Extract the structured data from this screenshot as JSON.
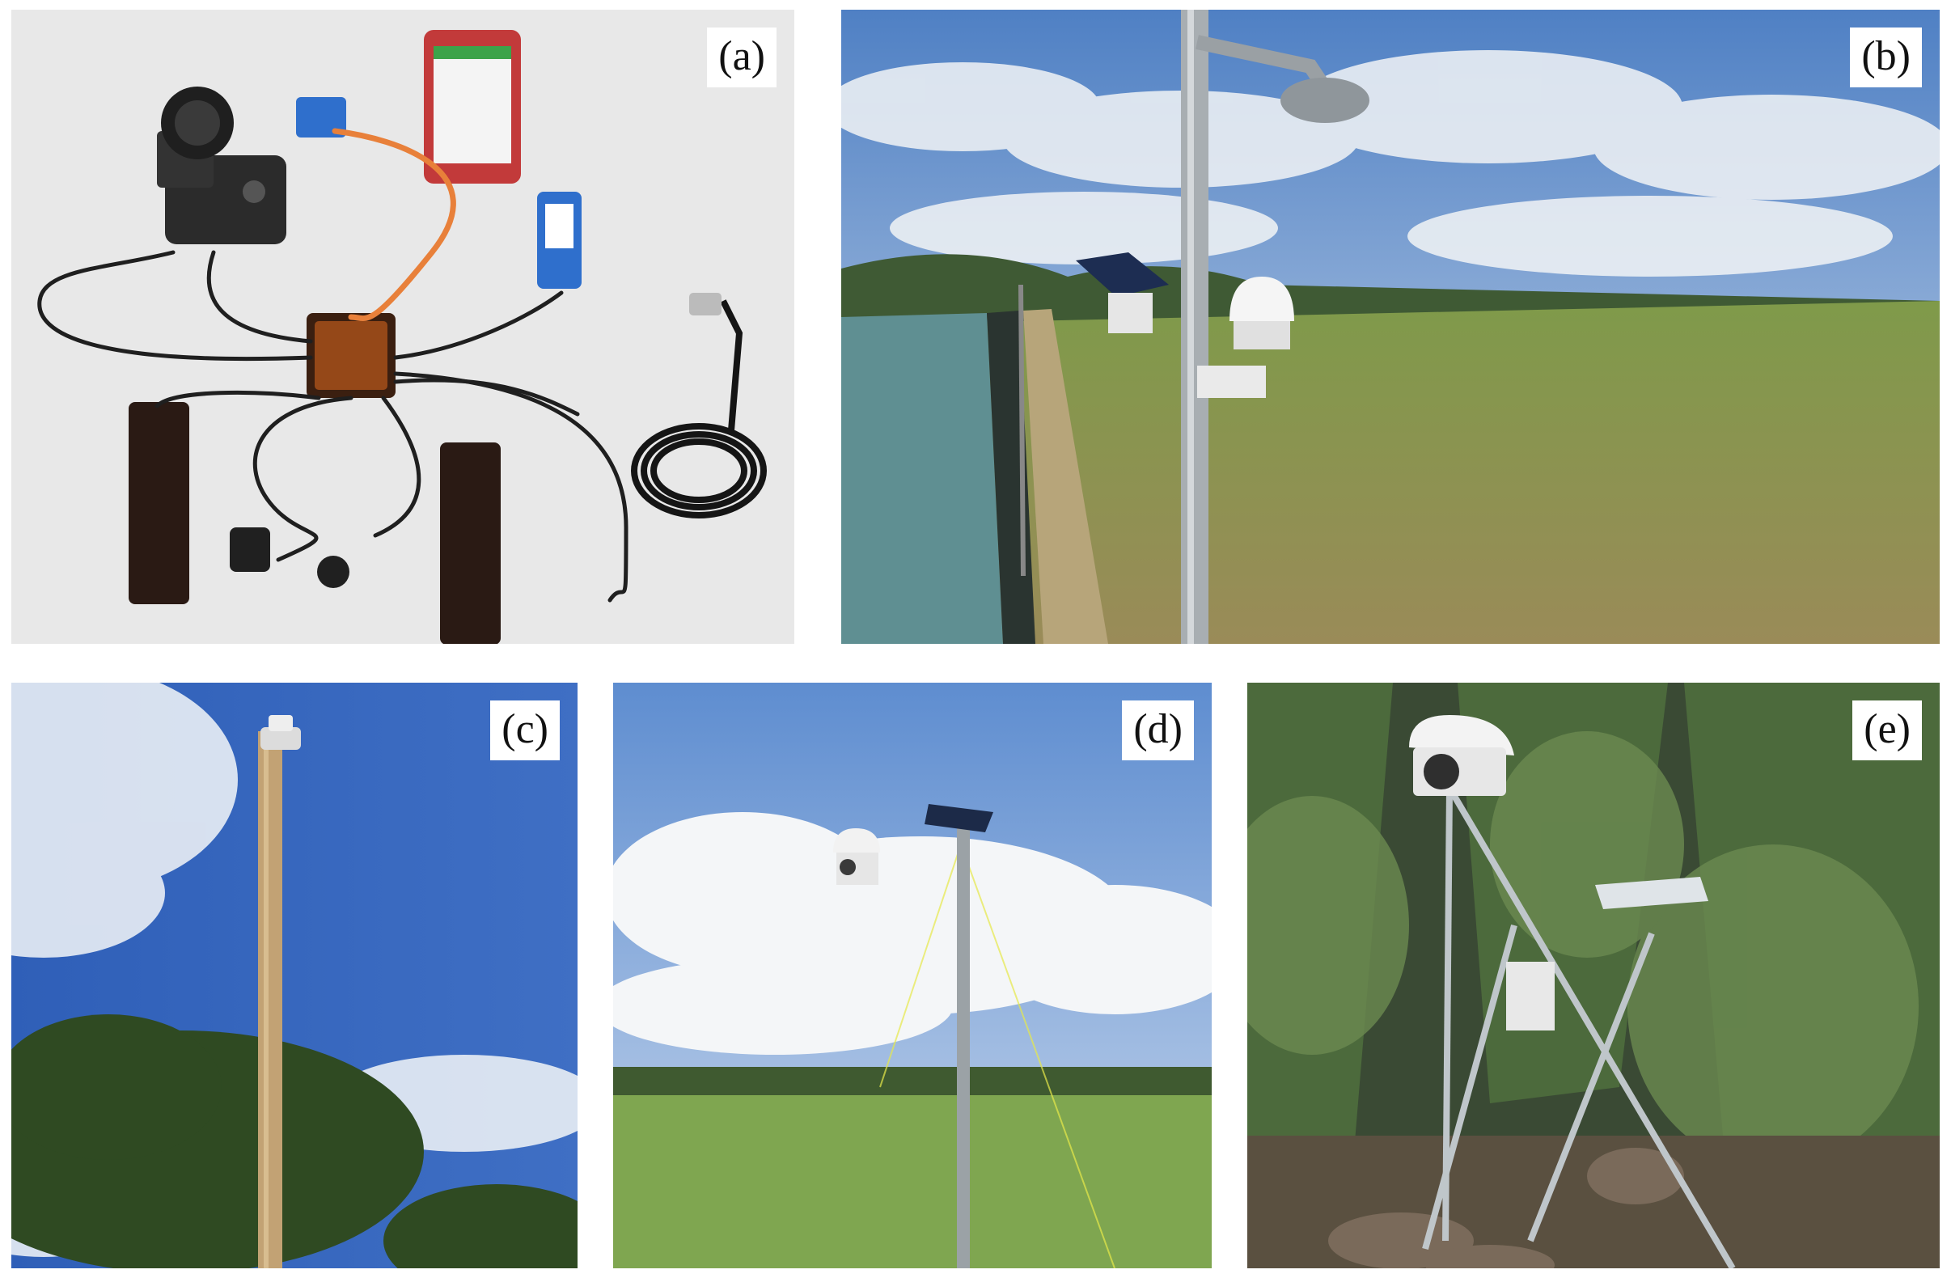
{
  "panels": [
    {
      "label": "(a)"
    },
    {
      "label": "(b)"
    },
    {
      "label": "(c)"
    },
    {
      "label": "(d)"
    },
    {
      "label": "(e)"
    }
  ],
  "colors": {
    "sky_blue": "#3f6fc4",
    "grass_green": "#7fa650",
    "water": "#5f8f92",
    "tab_background": "#e8e8e8",
    "cable_orange": "#e8803a",
    "device_blue": "#2f6fcc",
    "phone_red": "#c23a3a"
  }
}
